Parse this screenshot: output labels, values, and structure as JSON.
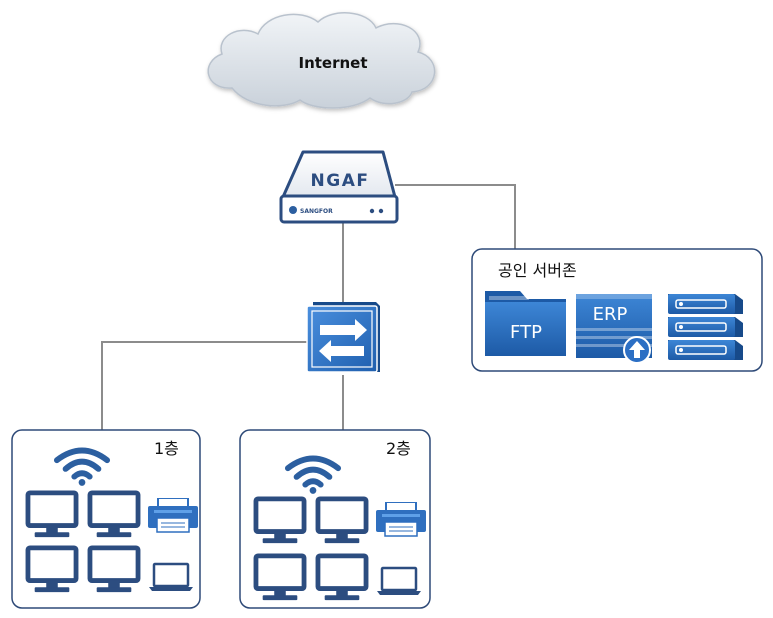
{
  "internet": {
    "label": "Internet"
  },
  "firewall": {
    "label": "NGAF",
    "vendor": "SANGFOR"
  },
  "server_zone": {
    "title": "공인 서버존",
    "ftp_label": "FTP",
    "erp_label": "ERP"
  },
  "floors": [
    {
      "label": "1층"
    },
    {
      "label": "2층"
    }
  ],
  "colors": {
    "line": "#8c8c8c",
    "box_border": "#2e4a78",
    "blue": "#2c5fa0",
    "blue_light": "#3d86d6",
    "cloud": "#dde3ea"
  }
}
